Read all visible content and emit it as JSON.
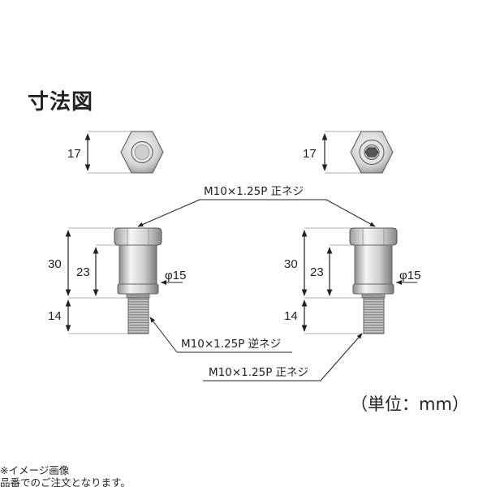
{
  "title": "寸法図",
  "top_views": {
    "left": {
      "height_label": "17"
    },
    "right": {
      "height_label": "17"
    }
  },
  "bolts": {
    "left": {
      "total_label": "30",
      "body_label": "23",
      "thread_label": "14",
      "diameter_label": "φ15",
      "thread_callout": "M10×1.25P 逆ネジ"
    },
    "right": {
      "total_label": "30",
      "body_label": "23",
      "thread_label": "14",
      "diameter_label": "φ15",
      "thread_callout": "M10×1.25P 正ネジ"
    }
  },
  "top_callout": "M10×1.25P 正ネジ",
  "unit_note": "（単位：mm）",
  "footnotes": {
    "line1": "※イメージ画像",
    "line2": "品番でのご注文となります。"
  },
  "colors": {
    "metal_light": "#f2f2f2",
    "metal_mid": "#c8c8c8",
    "metal_dark": "#8a8a8a",
    "line": "#222222",
    "extension": "#999999"
  }
}
